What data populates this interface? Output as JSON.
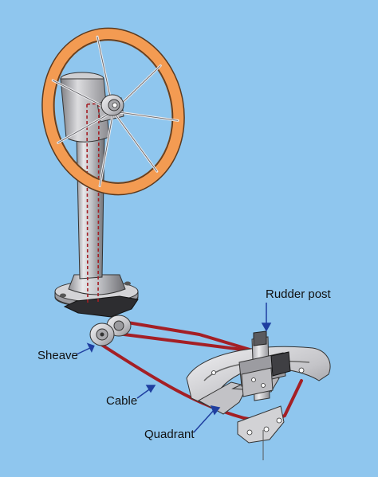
{
  "labels": {
    "rudder_post": "Rudder post",
    "sheave": "Sheave",
    "cable": "Cable",
    "quadrant": "Quadrant"
  },
  "colors": {
    "background": "#8fc6ee",
    "wheel_rim": "#f39b52",
    "cable": "#a41f25",
    "metal": "#c9c9cc",
    "dark_metal": "#3a3a3d"
  }
}
